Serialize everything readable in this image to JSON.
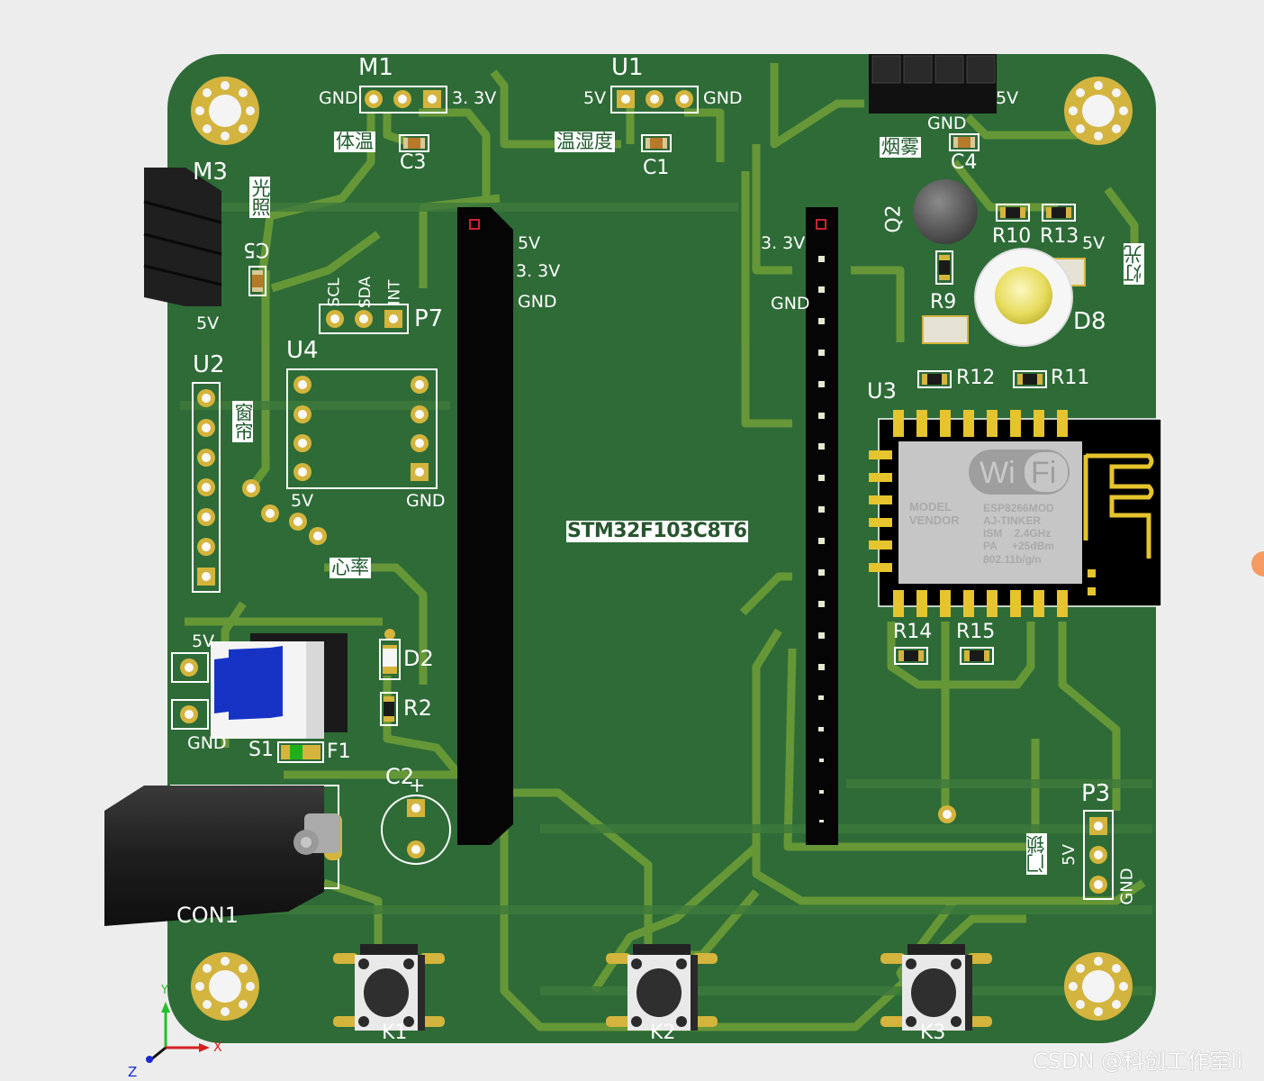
{
  "board": {
    "mcu_label": "STM32F103C8T6",
    "colors": {
      "pcb": "#2e6b37",
      "trace": "#6a9a38",
      "pad": "#d4b43c",
      "silk": "#ffffff",
      "background": "#ededed"
    }
  },
  "modules": {
    "M1": {
      "ref": "M1",
      "pin_left": "GND",
      "pin_right": "3. 3V",
      "function": "体温",
      "cap": "C3"
    },
    "U1": {
      "ref": "U1",
      "pin_left": "5V",
      "pin_right": "GND",
      "function": "温湿度",
      "cap": "C1"
    },
    "smoke": {
      "pin_right": "5V",
      "pin_bottom": "GND",
      "function": "烟雾",
      "cap": "C4"
    },
    "M3": {
      "ref": "M3",
      "function": "光照",
      "cap": "C5",
      "pin_bottom": "5V"
    },
    "P7": {
      "ref": "P7",
      "pins": [
        "SCL",
        "SDA",
        "INT"
      ]
    },
    "U4": {
      "ref": "U4",
      "pin_left": "5V",
      "pin_right": "GND"
    },
    "U2": {
      "ref": "U2",
      "function": "窗帘"
    },
    "heart": {
      "function": "心率"
    },
    "mcu_left_header": {
      "pins": [
        "5V",
        "3. 3V",
        "GND"
      ]
    },
    "mcu_right_header": {
      "pins": [
        "3. 3V",
        "GND"
      ]
    },
    "light": {
      "q": "Q2",
      "r9": "R9",
      "r10": "R10",
      "r13": "R13",
      "pin": "5V",
      "led": "D8",
      "function": "灯光",
      "r12": "R12",
      "r11": "R11"
    },
    "U3": {
      "ref": "U3",
      "wifi_logo": [
        "Wi",
        "Fi"
      ],
      "left_col": [
        "MODEL",
        "VENDOR"
      ],
      "right_col": [
        "ESP8266MOD",
        "AJ-TINKER",
        "ISM    2.4GHz",
        "PA     +25dBm",
        "802.11b/g/n"
      ],
      "r14": "R14",
      "r15": "R15"
    },
    "power": {
      "pin_top": "5V",
      "pin_bottom": "GND",
      "switch": "S1",
      "fuse": "F1",
      "led": "D2",
      "res": "R2",
      "cap": "C2",
      "cap_plus": "+",
      "jack": "CON1"
    },
    "P3": {
      "ref": "P3",
      "function": "门锁",
      "pin_mid": "5V",
      "pin_bottom": "GND"
    },
    "buttons": [
      "K1",
      "K2",
      "K3"
    ]
  },
  "axes": {
    "x": "X",
    "y": "Y",
    "z": "Z"
  },
  "watermark": "CSDN @科创工作室li"
}
